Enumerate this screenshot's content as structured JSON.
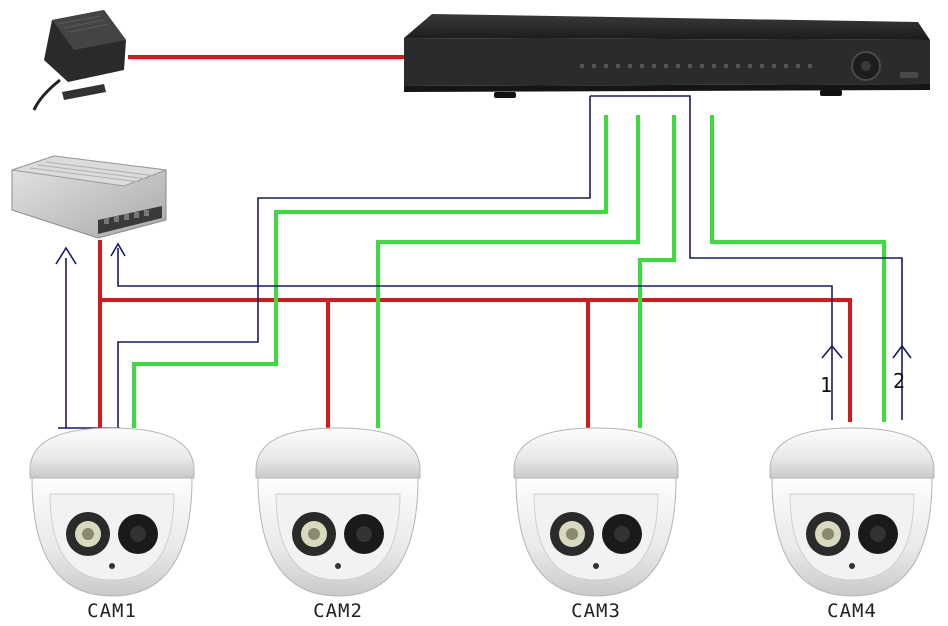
{
  "colors": {
    "power": "#d41a1a",
    "video": "#3ddc3d",
    "signal": "#1a1a66",
    "background": "#ffffff"
  },
  "devices": {
    "adapter": {
      "icon": "power-adapter-icon"
    },
    "psu": {
      "icon": "power-supply-unit-icon"
    },
    "dvr": {
      "icon": "dvr-recorder-icon"
    }
  },
  "cameras": [
    {
      "label": "CAM1",
      "icon": "dome-camera-icon"
    },
    {
      "label": "CAM2",
      "icon": "dome-camera-icon"
    },
    {
      "label": "CAM3",
      "icon": "dome-camera-icon"
    },
    {
      "label": "CAM4",
      "icon": "dome-camera-icon"
    }
  ],
  "markers": [
    "1",
    "2"
  ]
}
